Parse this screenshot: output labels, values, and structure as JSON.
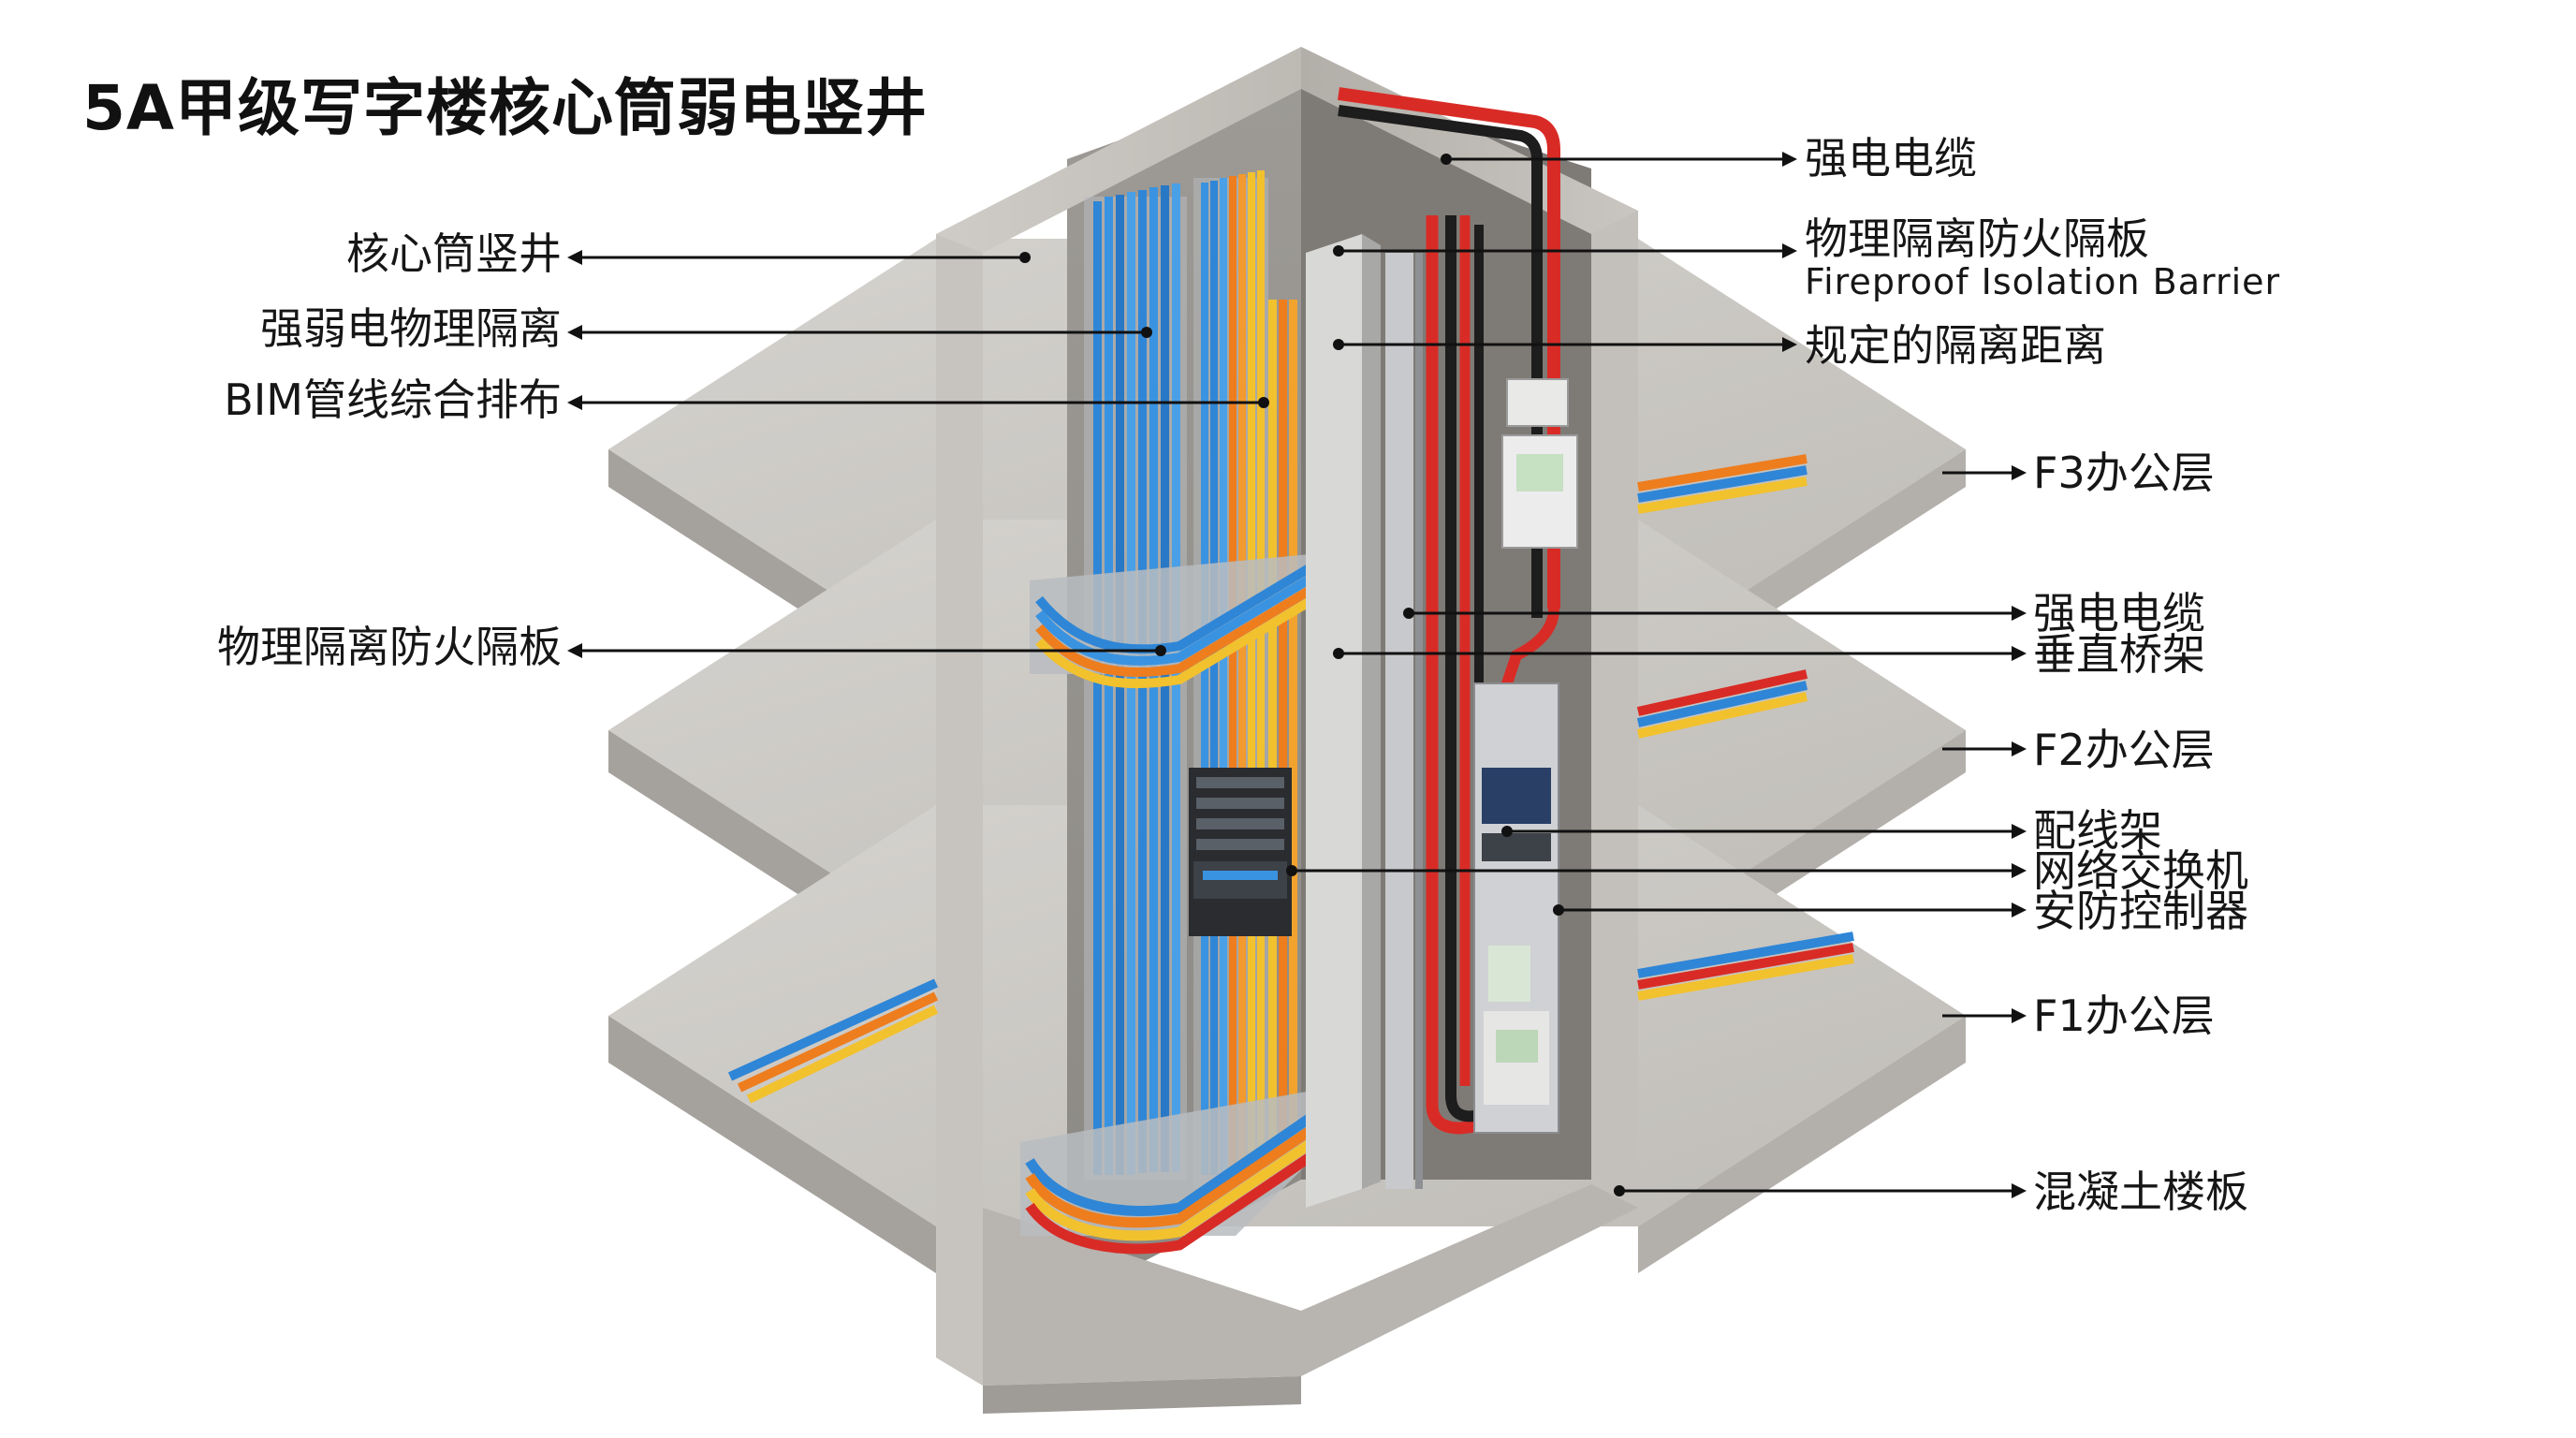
{
  "title": "5A甲级写字楼核心筒弱电竖井",
  "labels_left": {
    "core_shaft": "核心筒竖井",
    "isolation": "强弱电物理隔离",
    "bim": "BIM管线综合排布",
    "fire_barrier": "物理隔离防火隔板"
  },
  "labels_right": {
    "power_cable_top": "强电电缆",
    "fire_barrier_cn": "物理隔离防火隔板",
    "fire_barrier_en": "Fireproof Isolation Barrier",
    "distance": "规定的隔离距离",
    "f3": "F3办公层",
    "power_cable_mid": "强电电缆",
    "vertical_tray": "垂直桥架",
    "f2": "F2办公层",
    "patch_panel": "配线架",
    "switch": "网络交换机",
    "security": "安防控制器",
    "f1": "F1办公层",
    "slab": "混凝土楼板"
  },
  "colors": {
    "concrete_light": "#d9d7d3",
    "concrete_mid": "#c4c1bc",
    "concrete_dark": "#a9a6a1",
    "cable_blue": "#2f86d6",
    "cable_orange": "#ee7d1e",
    "cable_yellow": "#f2c12e",
    "cable_red": "#d92b26",
    "cable_black": "#1d1d1d",
    "tray_metal": "#b9bcc0"
  }
}
